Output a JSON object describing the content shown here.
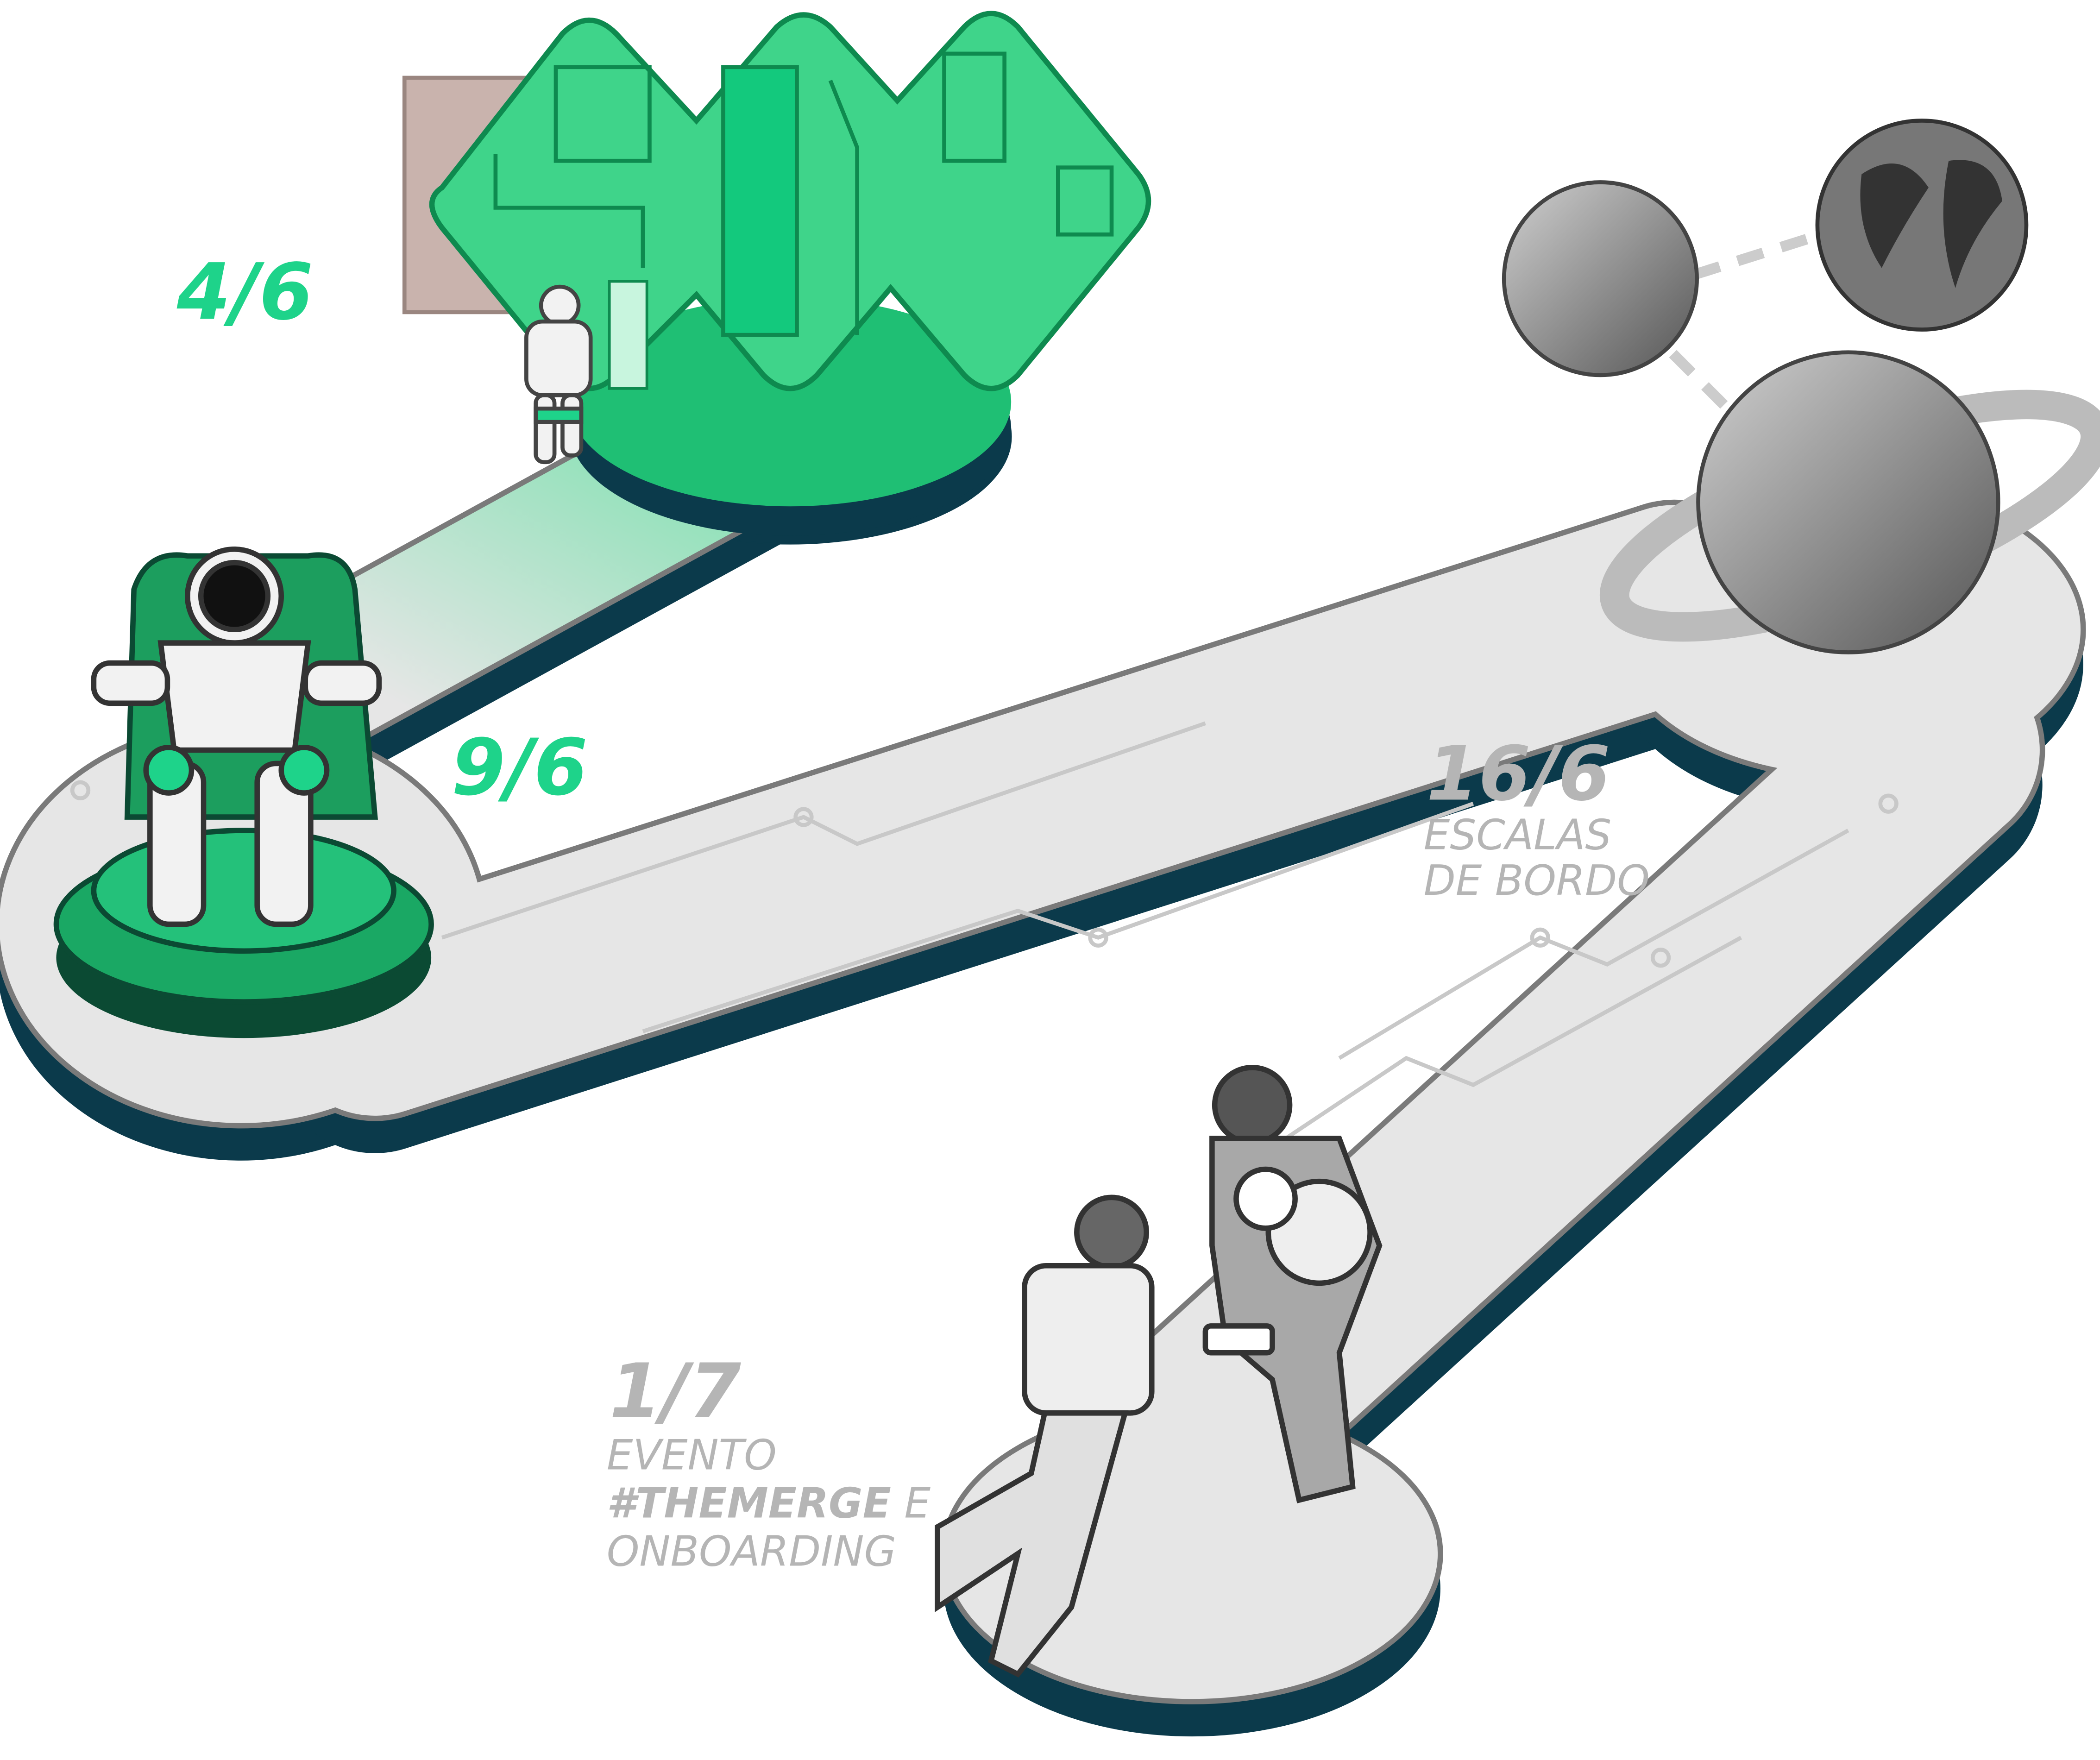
{
  "colors": {
    "done": "#1ed38a",
    "pending": "#b5b5b5",
    "road": "#e6e6e6",
    "road_edge": "#7a7a7a",
    "road_base": "#0b3a4b",
    "green_dark": "#0e8a4f"
  },
  "milestones": [
    {
      "date": "4/6",
      "status": "done"
    },
    {
      "date": "9/6",
      "status": "done"
    },
    {
      "date": "16/6",
      "status": "pending",
      "label_lines": [
        "ESCALAS",
        "DE BORDO"
      ]
    },
    {
      "date": "1/7",
      "status": "pending",
      "label_line1": "EVENTO",
      "label_bold": "#THEMERGE",
      "label_after_bold": " E",
      "label_line3": "ONBOARDING"
    }
  ]
}
